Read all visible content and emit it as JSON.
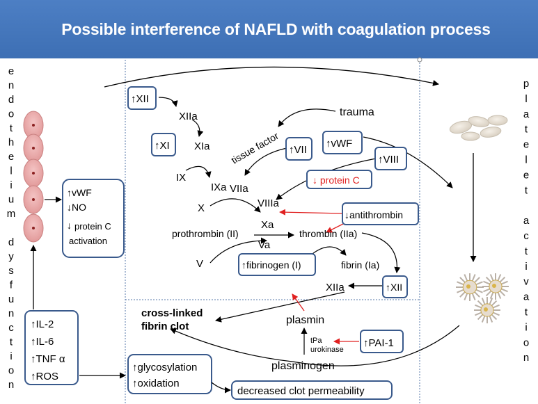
{
  "title": "Possible interference of NAFLD with coagulation process",
  "left_label": [
    "e",
    "n",
    "d",
    "o",
    "t",
    "h",
    "e",
    "l",
    "i",
    "u",
    "m",
    "",
    "d",
    "y",
    "s",
    "f",
    "u",
    "n",
    "c",
    "t",
    "i",
    "o",
    "n"
  ],
  "right_label": [
    "p",
    "l",
    "a",
    "t",
    "e",
    "l",
    "e",
    "t",
    "",
    "a",
    "c",
    "t",
    "i",
    "v",
    "a",
    "t",
    "i",
    "o",
    "n"
  ],
  "endo_box": {
    "vwf": "vWF",
    "no": "NO",
    "protein_c": "protein C",
    "activation": "activation"
  },
  "cytokines": {
    "il2": "IL-2",
    "il6": "IL-6",
    "tnf": "TNF α",
    "ros": "ROS"
  },
  "glyco_box": {
    "line1": "glycosylation",
    "line2": "oxidation"
  },
  "permeability": "decreased clot permeability",
  "cascade": {
    "xii": "XII",
    "xiia": "XIIa",
    "xi": "XI",
    "xia": "XIa",
    "ix": "IX",
    "ixa": "IXa",
    "vii": "VII",
    "viia": "VIIa",
    "vwf": "vWF",
    "viii": "VIII",
    "viiia": "VIIIa",
    "trauma": "trauma",
    "tissue_factor": "tissue factor",
    "protein_c": "protein C",
    "x": "X",
    "xa": "Xa",
    "antithrombin": "antithrombin",
    "prothrombin": "prothrombin (II)",
    "thrombin": "thrombin (IIa)",
    "v": "V",
    "va": "Va",
    "fibrinogen": "fibrinogen (I)",
    "fibrin": "fibrin (Ia)",
    "xii_lower": "XII",
    "xiia_lower": "XIIa"
  },
  "fibrinolysis": {
    "clot_line1": "cross-linked",
    "clot_line2": "fibrin clot",
    "plasmin": "plasmin",
    "tpa": "tPa",
    "urokinase": "urokinase",
    "pai1": "PAI-1",
    "plasminogen": "plasminogen"
  },
  "colors": {
    "title_bg": "#4472c4",
    "box_border": "#3a5a8c",
    "red": "#e02020",
    "cell": "#e8a0a0"
  }
}
